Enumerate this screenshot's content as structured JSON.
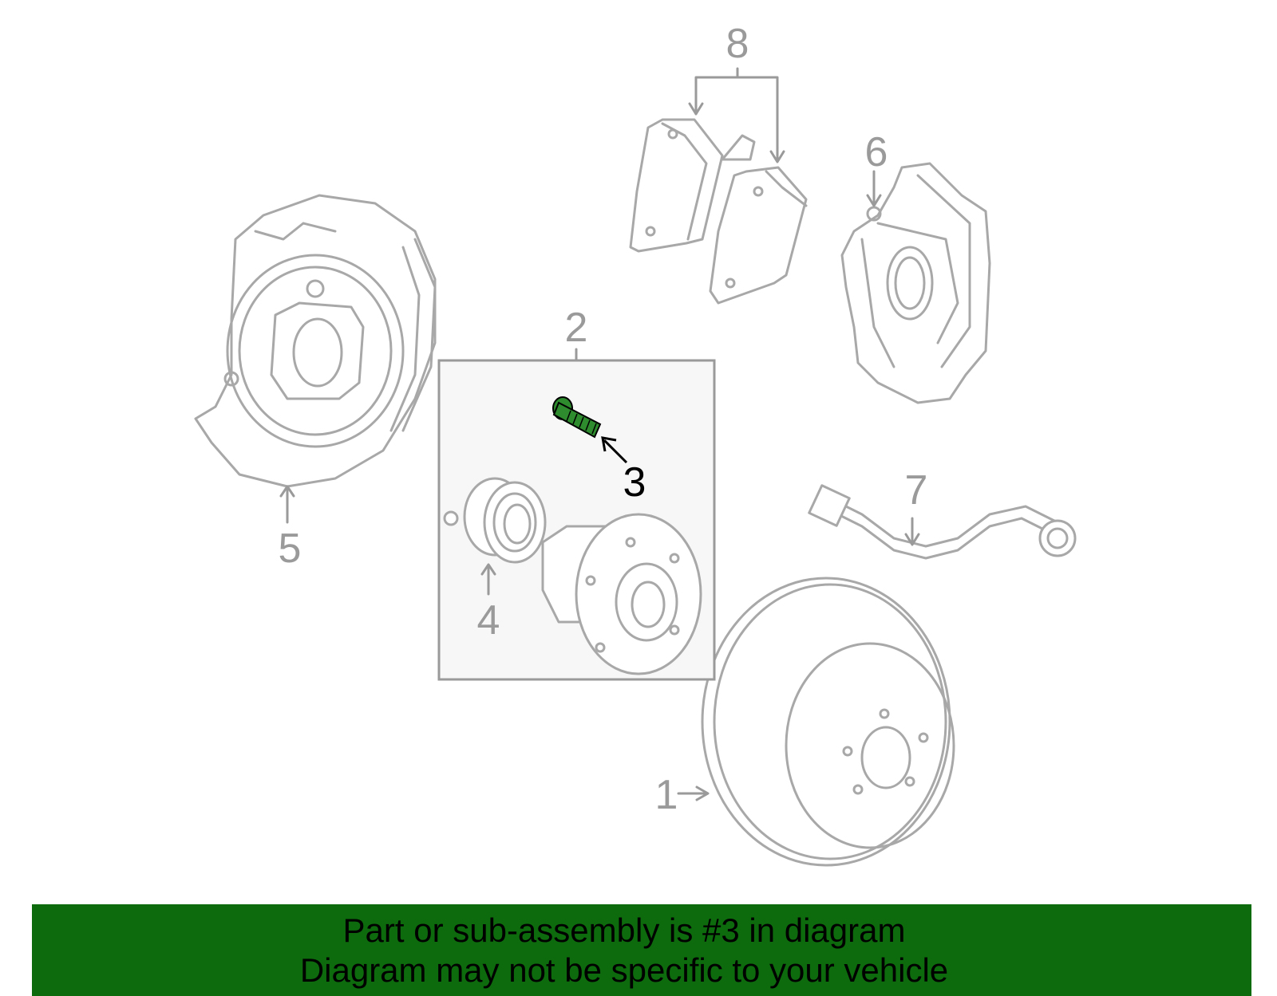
{
  "callouts": {
    "c1": "1",
    "c2": "2",
    "c3": "3",
    "c4": "4",
    "c5": "5",
    "c6": "6",
    "c7": "7",
    "c8": "8"
  },
  "highlighted_part": "3",
  "highlight_color": "#2e8b2e",
  "banner": {
    "line1": "Part or sub-assembly is #3 in diagram",
    "line2": "Diagram may not be specific to your vehicle",
    "background": "#0d6b0d"
  }
}
